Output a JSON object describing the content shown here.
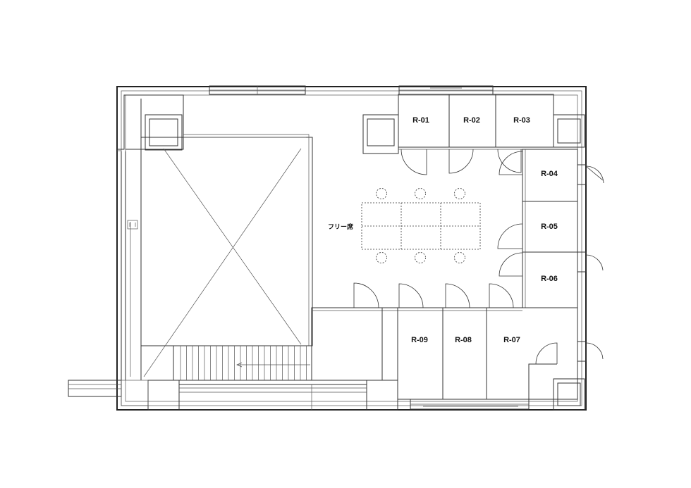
{
  "rooms": {
    "r01": "R-01",
    "r02": "R-02",
    "r03": "R-03",
    "r04": "R-04",
    "r05": "R-05",
    "r06": "R-06",
    "r07": "R-07",
    "r08": "R-08",
    "r09": "R-09"
  },
  "free_seating": "フリー席"
}
